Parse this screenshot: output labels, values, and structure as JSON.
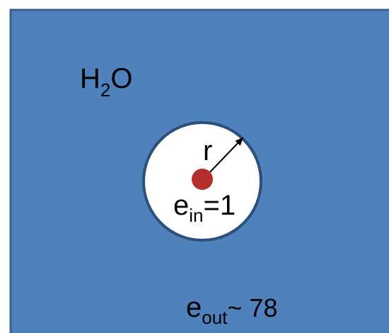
{
  "labels": {
    "solvent": {
      "main": "H",
      "sub": "2",
      "tail": "O"
    },
    "radius": "r",
    "inner_permittivity": {
      "main": "e",
      "sub": "in",
      "tail": "=1"
    },
    "outer_permittivity": {
      "main": "e",
      "sub": "out",
      "tail": "~ 78"
    }
  },
  "colors": {
    "solvent_fill": "#4f81bd",
    "solvent_border": "#3a5f8f",
    "cavity_fill": "#ffffff",
    "cavity_border": "#2d4f7c",
    "ion_fill": "#b3302f",
    "arrow": "#000000"
  }
}
